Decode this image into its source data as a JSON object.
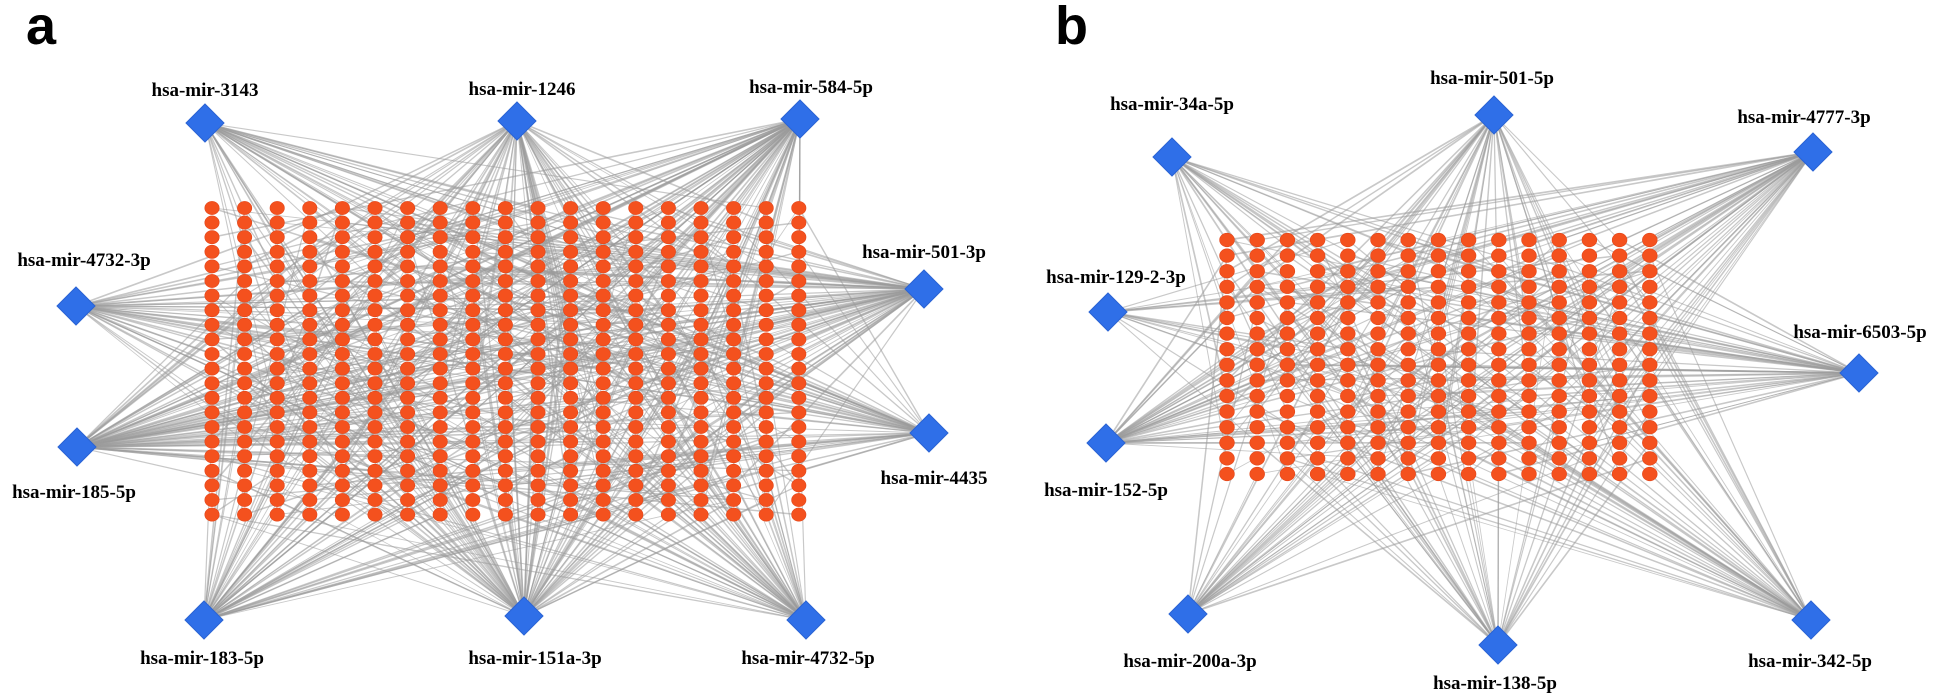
{
  "colors": {
    "mirna_node": "#2f6fe8",
    "gene_node": "#f4511e",
    "edge": "#9a9a9a",
    "background": "#ffffff"
  },
  "panels": [
    {
      "letter": "a",
      "gene_grid": {
        "columns": 19,
        "rows": 22
      },
      "mirnas": [
        {
          "id": "hsa-mir-3143"
        },
        {
          "id": "hsa-mir-1246"
        },
        {
          "id": "hsa-mir-584-5p"
        },
        {
          "id": "hsa-mir-4732-3p"
        },
        {
          "id": "hsa-mir-501-3p"
        },
        {
          "id": "hsa-mir-185-5p"
        },
        {
          "id": "hsa-mir-4435"
        },
        {
          "id": "hsa-mir-183-5p"
        },
        {
          "id": "hsa-mir-151a-3p"
        },
        {
          "id": "hsa-mir-4732-5p"
        }
      ]
    },
    {
      "letter": "b",
      "gene_grid": {
        "columns": 15,
        "rows": 16
      },
      "mirnas": [
        {
          "id": "hsa-mir-34a-5p"
        },
        {
          "id": "hsa-mir-501-5p"
        },
        {
          "id": "hsa-mir-4777-3p"
        },
        {
          "id": "hsa-mir-129-2-3p"
        },
        {
          "id": "hsa-mir-6503-5p"
        },
        {
          "id": "hsa-mir-152-5p"
        },
        {
          "id": "hsa-mir-200a-3p"
        },
        {
          "id": "hsa-mir-138-5p"
        },
        {
          "id": "hsa-mir-342-5p"
        }
      ]
    }
  ]
}
